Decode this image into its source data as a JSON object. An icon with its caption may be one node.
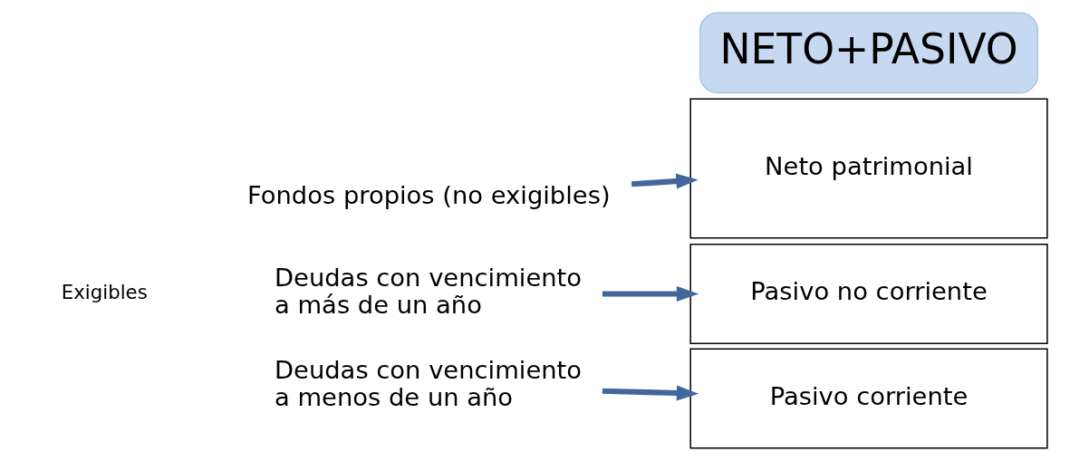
{
  "diagram": {
    "nodes": [
      {
        "text": [
          "NETO+PASIVO"
        ]
      },
      {
        "text": [
          "Neto patrimonial"
        ]
      },
      {
        "text": [
          "Pasivo no corriente"
        ]
      },
      {
        "text": [
          "Pasivo corriente"
        ]
      },
      {
        "text": [
          "Fondos propios (no exigibles)"
        ]
      },
      {
        "text": [
          "Deudas con vencimiento a más de un año"
        ]
      },
      {
        "text": [
          "Deudas con vencimiento a menos de un año"
        ]
      }
    ],
    "edges": [
      {
        "from": 4,
        "to": 1,
        "arrow": "to"
      },
      {
        "from": 5,
        "to": 2,
        "arrow": "to"
      },
      {
        "from": 6,
        "to": 3,
        "arrow": "to"
      }
    ],
    "labels": [
      "Exigibles"
    ]
  }
}
